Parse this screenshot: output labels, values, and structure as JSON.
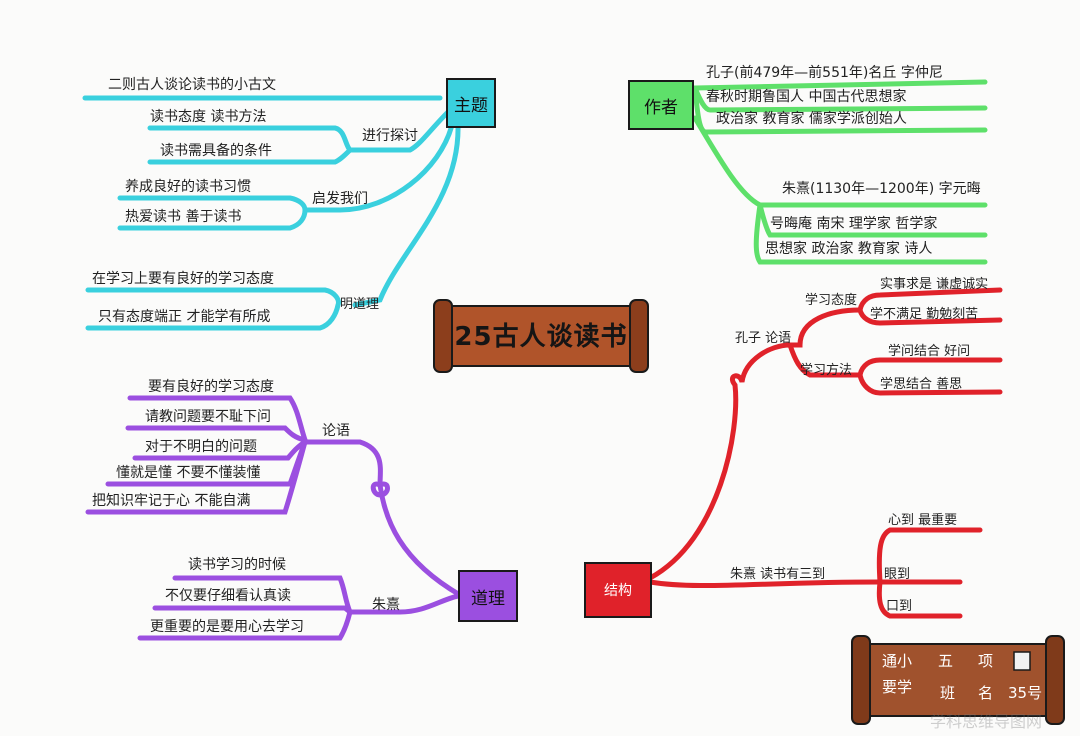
{
  "title": "25古人谈读书",
  "colors": {
    "cyan": "#3ad0de",
    "green": "#5ee06a",
    "purple": "#9b4fe0",
    "red": "#e0222a",
    "scroll": "#a0522d"
  },
  "theme": {
    "label": "主题",
    "items": [
      "二则古人谈论读书的小古文"
    ],
    "explore": {
      "label": "进行探讨",
      "items": [
        "读书态度    读书方法",
        "读书需具备的条件"
      ]
    },
    "inspire": {
      "label": "启发我们",
      "items": [
        "养成良好的读书习惯",
        "热爱读书  善于读书"
      ]
    },
    "understand": {
      "label": "明道理",
      "items": [
        "在学习上要有良好的学习态度",
        "只有态度端正  才能学有所成"
      ]
    }
  },
  "author": {
    "label": "作者",
    "confucius": [
      "孔子(前479年—前551年)名丘  字仲尼",
      "春秋时期鲁国人   中国古代思想家",
      "政治家  教育家  儒家学派创始人"
    ],
    "zhuxi": [
      "朱熹(1130年—1200年) 字元晦",
      "号晦庵  南宋  理学家  哲学家",
      "思想家  政治家  教育家  诗人"
    ]
  },
  "reason": {
    "label": "道理",
    "lunyu": {
      "label": "论语",
      "items": [
        "要有良好的学习态度",
        "请教问题要不耻下问",
        "对于不明白的问题",
        "懂就是懂  不要不懂装懂",
        "把知识牢记于心  不能自满"
      ]
    },
    "zhuxi": {
      "label": "朱熹",
      "items": [
        "读书学习的时候",
        "不仅要仔细看认真读",
        "更重要的是要用心去学习"
      ]
    }
  },
  "structure": {
    "label": "结构",
    "kongzi": {
      "label": "孔子  论语",
      "attitude": {
        "label": "学习态度",
        "items": [
          "实事求是  谦虚诚实",
          "学不满足  勤勉刻苦"
        ]
      },
      "method": {
        "label": "学习方法",
        "items": [
          "学问结合  好问",
          "学思结合  善思"
        ]
      }
    },
    "zhuxi": {
      "label": "朱熹   读书有三到",
      "items": [
        "心到   最重要",
        "眼到",
        "口到"
      ]
    }
  },
  "stamp": {
    "lines": [
      "通小",
      "要学",
      "五",
      "班",
      "项",
      "名",
      "35号"
    ]
  },
  "watermark": "学科思维导图网"
}
